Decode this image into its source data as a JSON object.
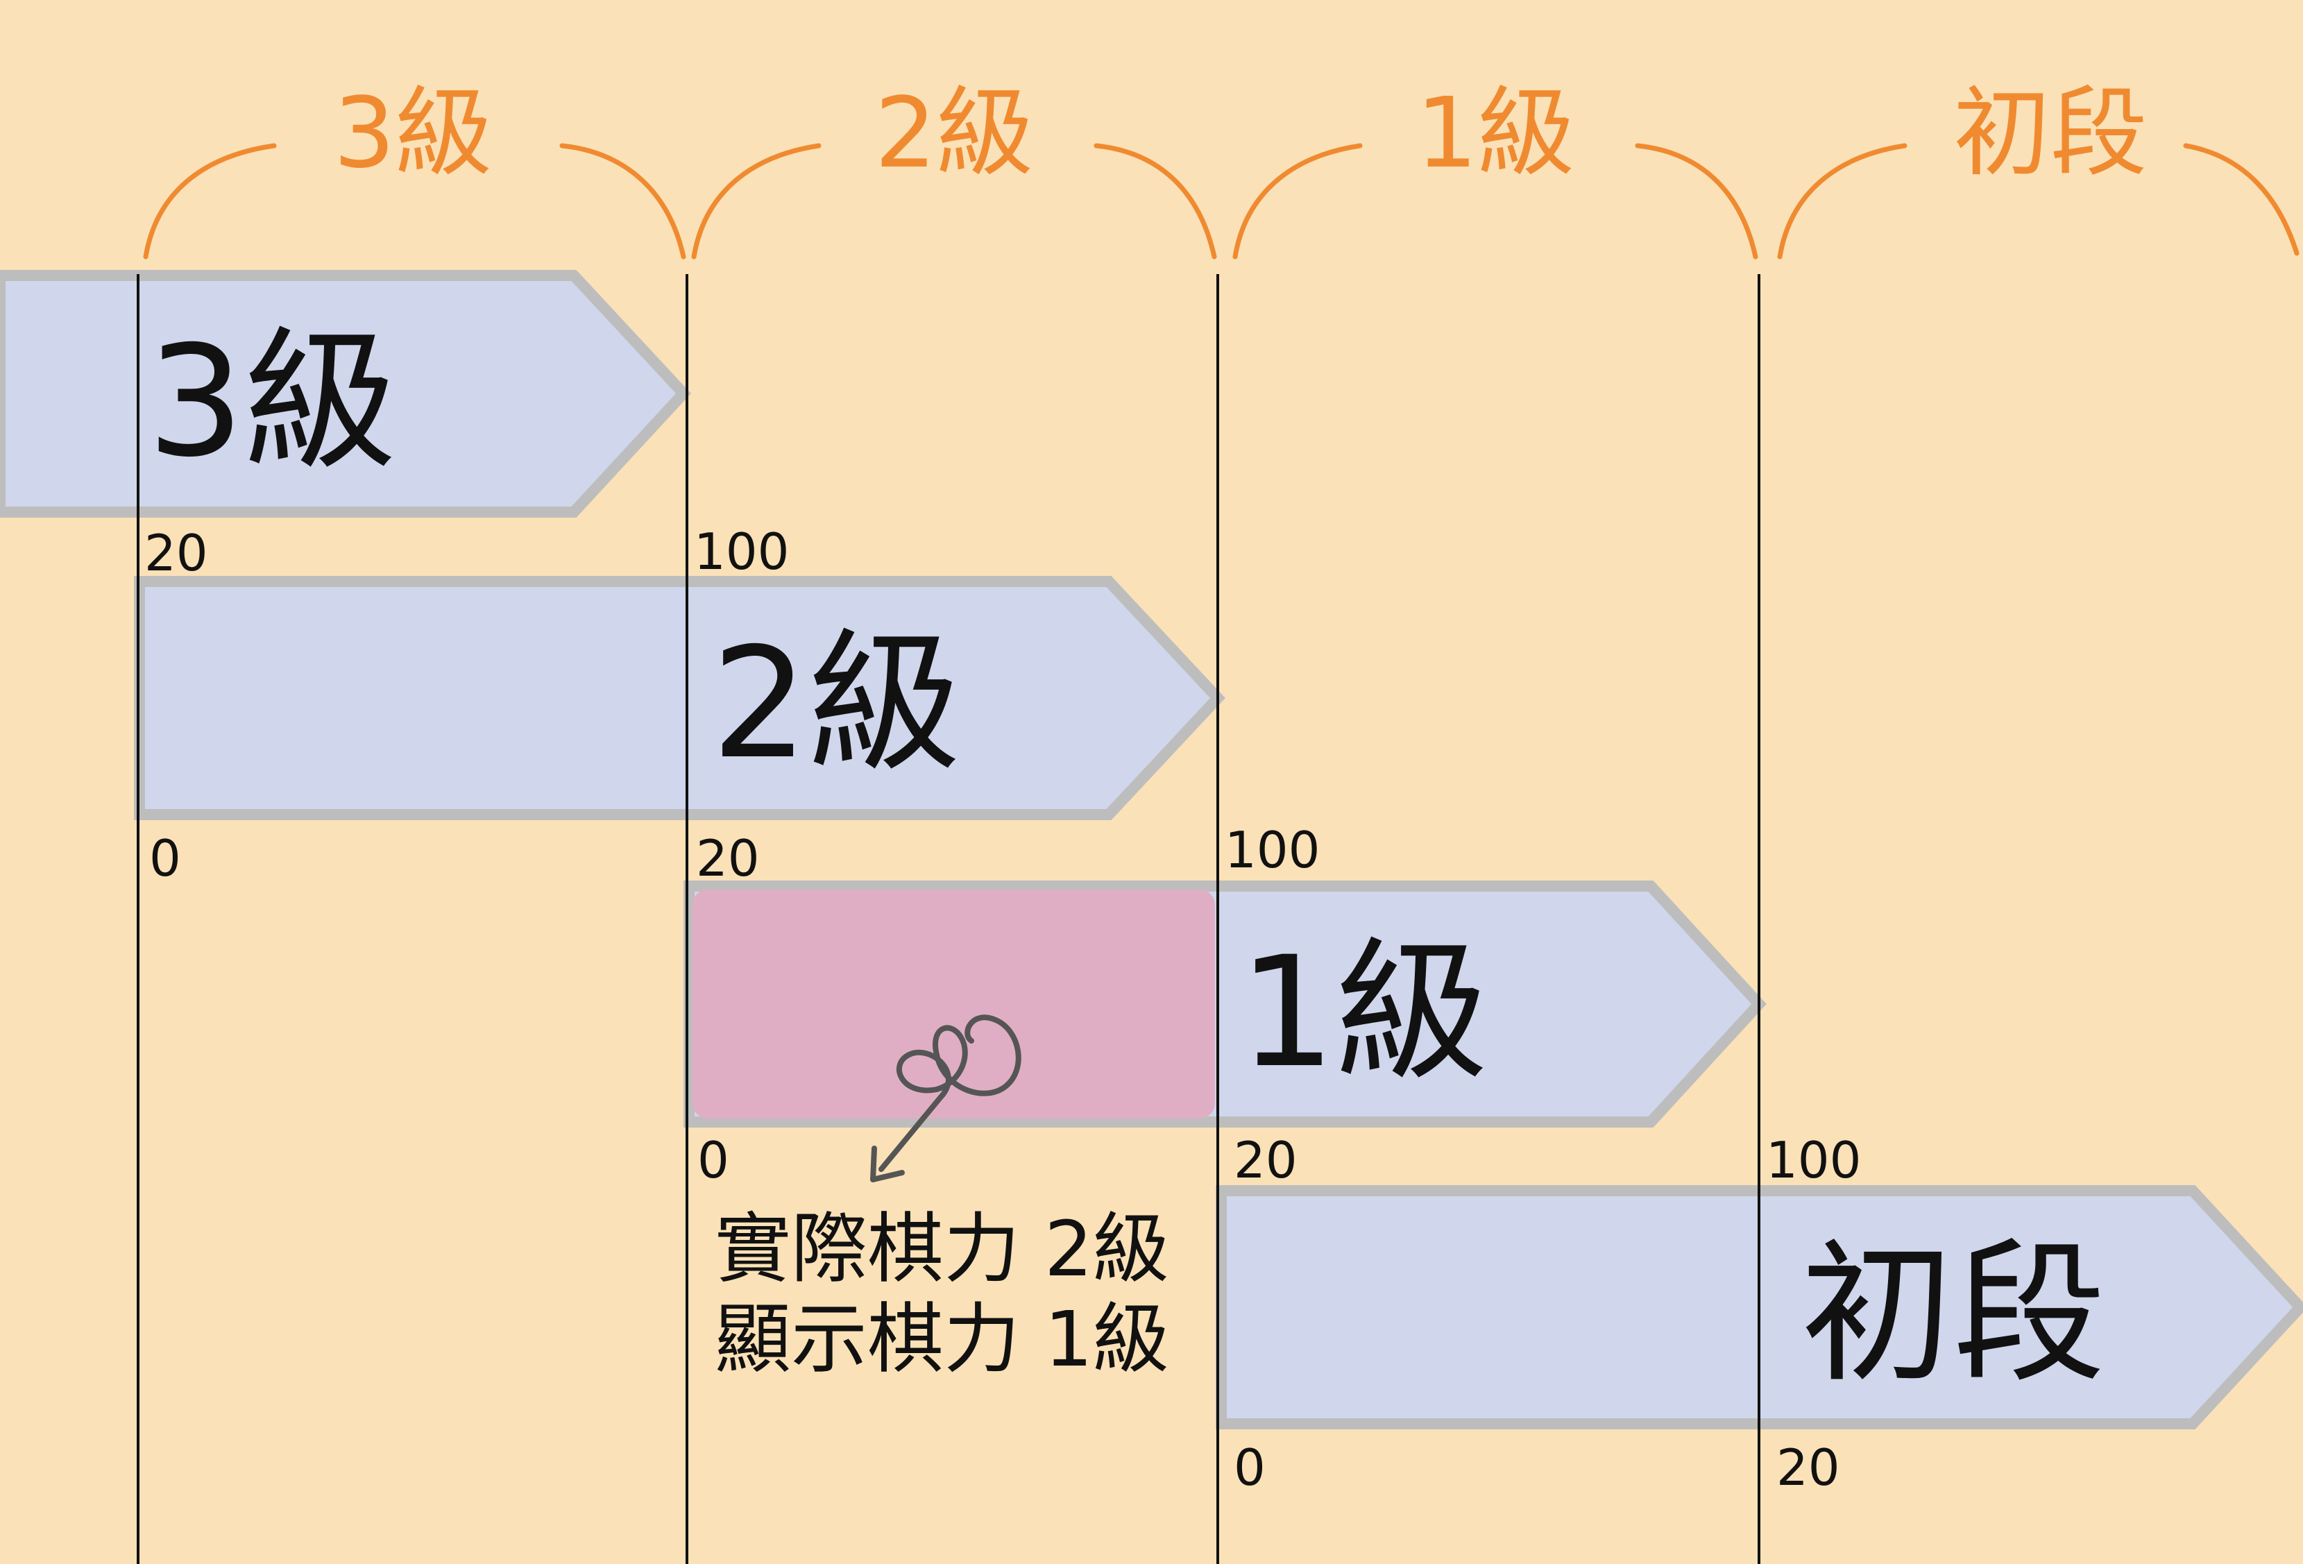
{
  "colors": {
    "background": "#fae1b7",
    "header_accent": "#f08a30",
    "arrow_fill": "#d0d6ec",
    "arrow_stroke": "#bdbdbd",
    "highlight": "#e0aec4",
    "text": "#111111"
  },
  "header": {
    "grades": [
      "3級",
      "2級",
      "1級",
      "初段"
    ]
  },
  "arrows": [
    {
      "label": "3級",
      "start_value": "20",
      "end_value": "100"
    },
    {
      "label": "2級",
      "start_value": "0",
      "end_value": "20",
      "end_value_2": "100"
    },
    {
      "label": "1級",
      "start_value": "0",
      "end_value": "20",
      "end_value_2": "100"
    },
    {
      "label": "初段",
      "start_value": "0",
      "end_value": "20"
    }
  ],
  "annotation": {
    "line1": "實際棋力 2級",
    "line2": "顯示棋力 1級",
    "icon": "spiral-arrow-icon"
  }
}
